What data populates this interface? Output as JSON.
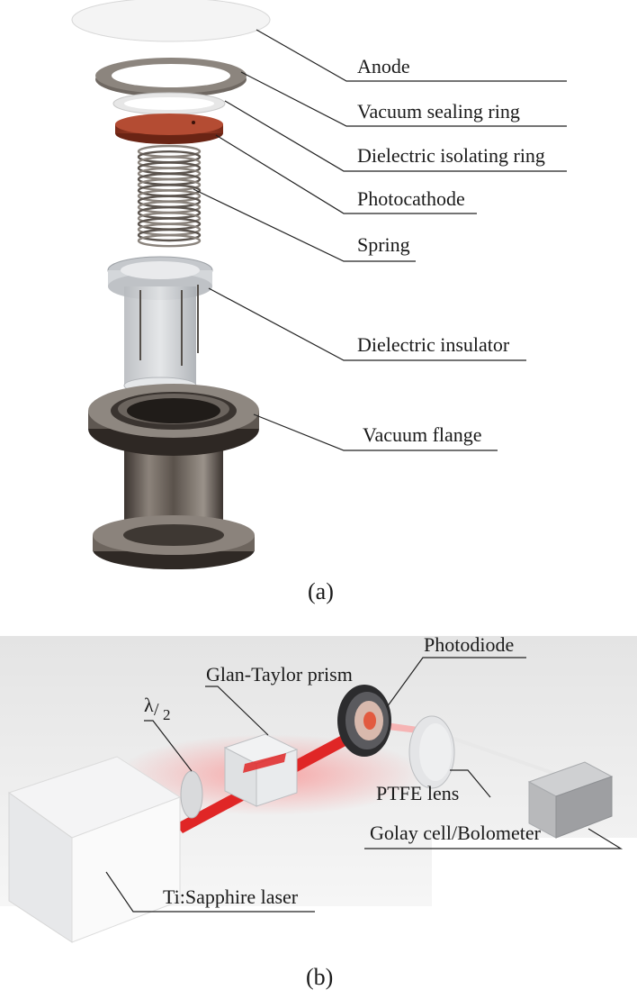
{
  "panel_a": {
    "caption": "(a)",
    "labels": {
      "anode": "Anode",
      "vacuum_sealing_ring": "Vacuum sealing ring",
      "dielectric_isolating_ring": "Dielectric isolating ring",
      "photocathode": "Photocathode",
      "spring": "Spring",
      "dielectric_insulator": "Dielectric insulator",
      "vacuum_flange": "Vacuum flange"
    }
  },
  "panel_b": {
    "caption": "(b)",
    "labels": {
      "photodiode": "Photodiode",
      "glan_taylor_prism": "Glan-Taylor prism",
      "lambda": "λ",
      "half": "2",
      "ptfe_lens": "PTFE lens",
      "golay_cell": "Golay cell/Bolometer",
      "ti_sapphire_laser": "Ti:Sapphire laser"
    }
  },
  "colors": {
    "copper": "#a8432a",
    "metal_dark": "#4e4741",
    "metal_light": "#9a928a",
    "laser_red": "#e02626",
    "insulator_glass": "#c9ccd0"
  }
}
